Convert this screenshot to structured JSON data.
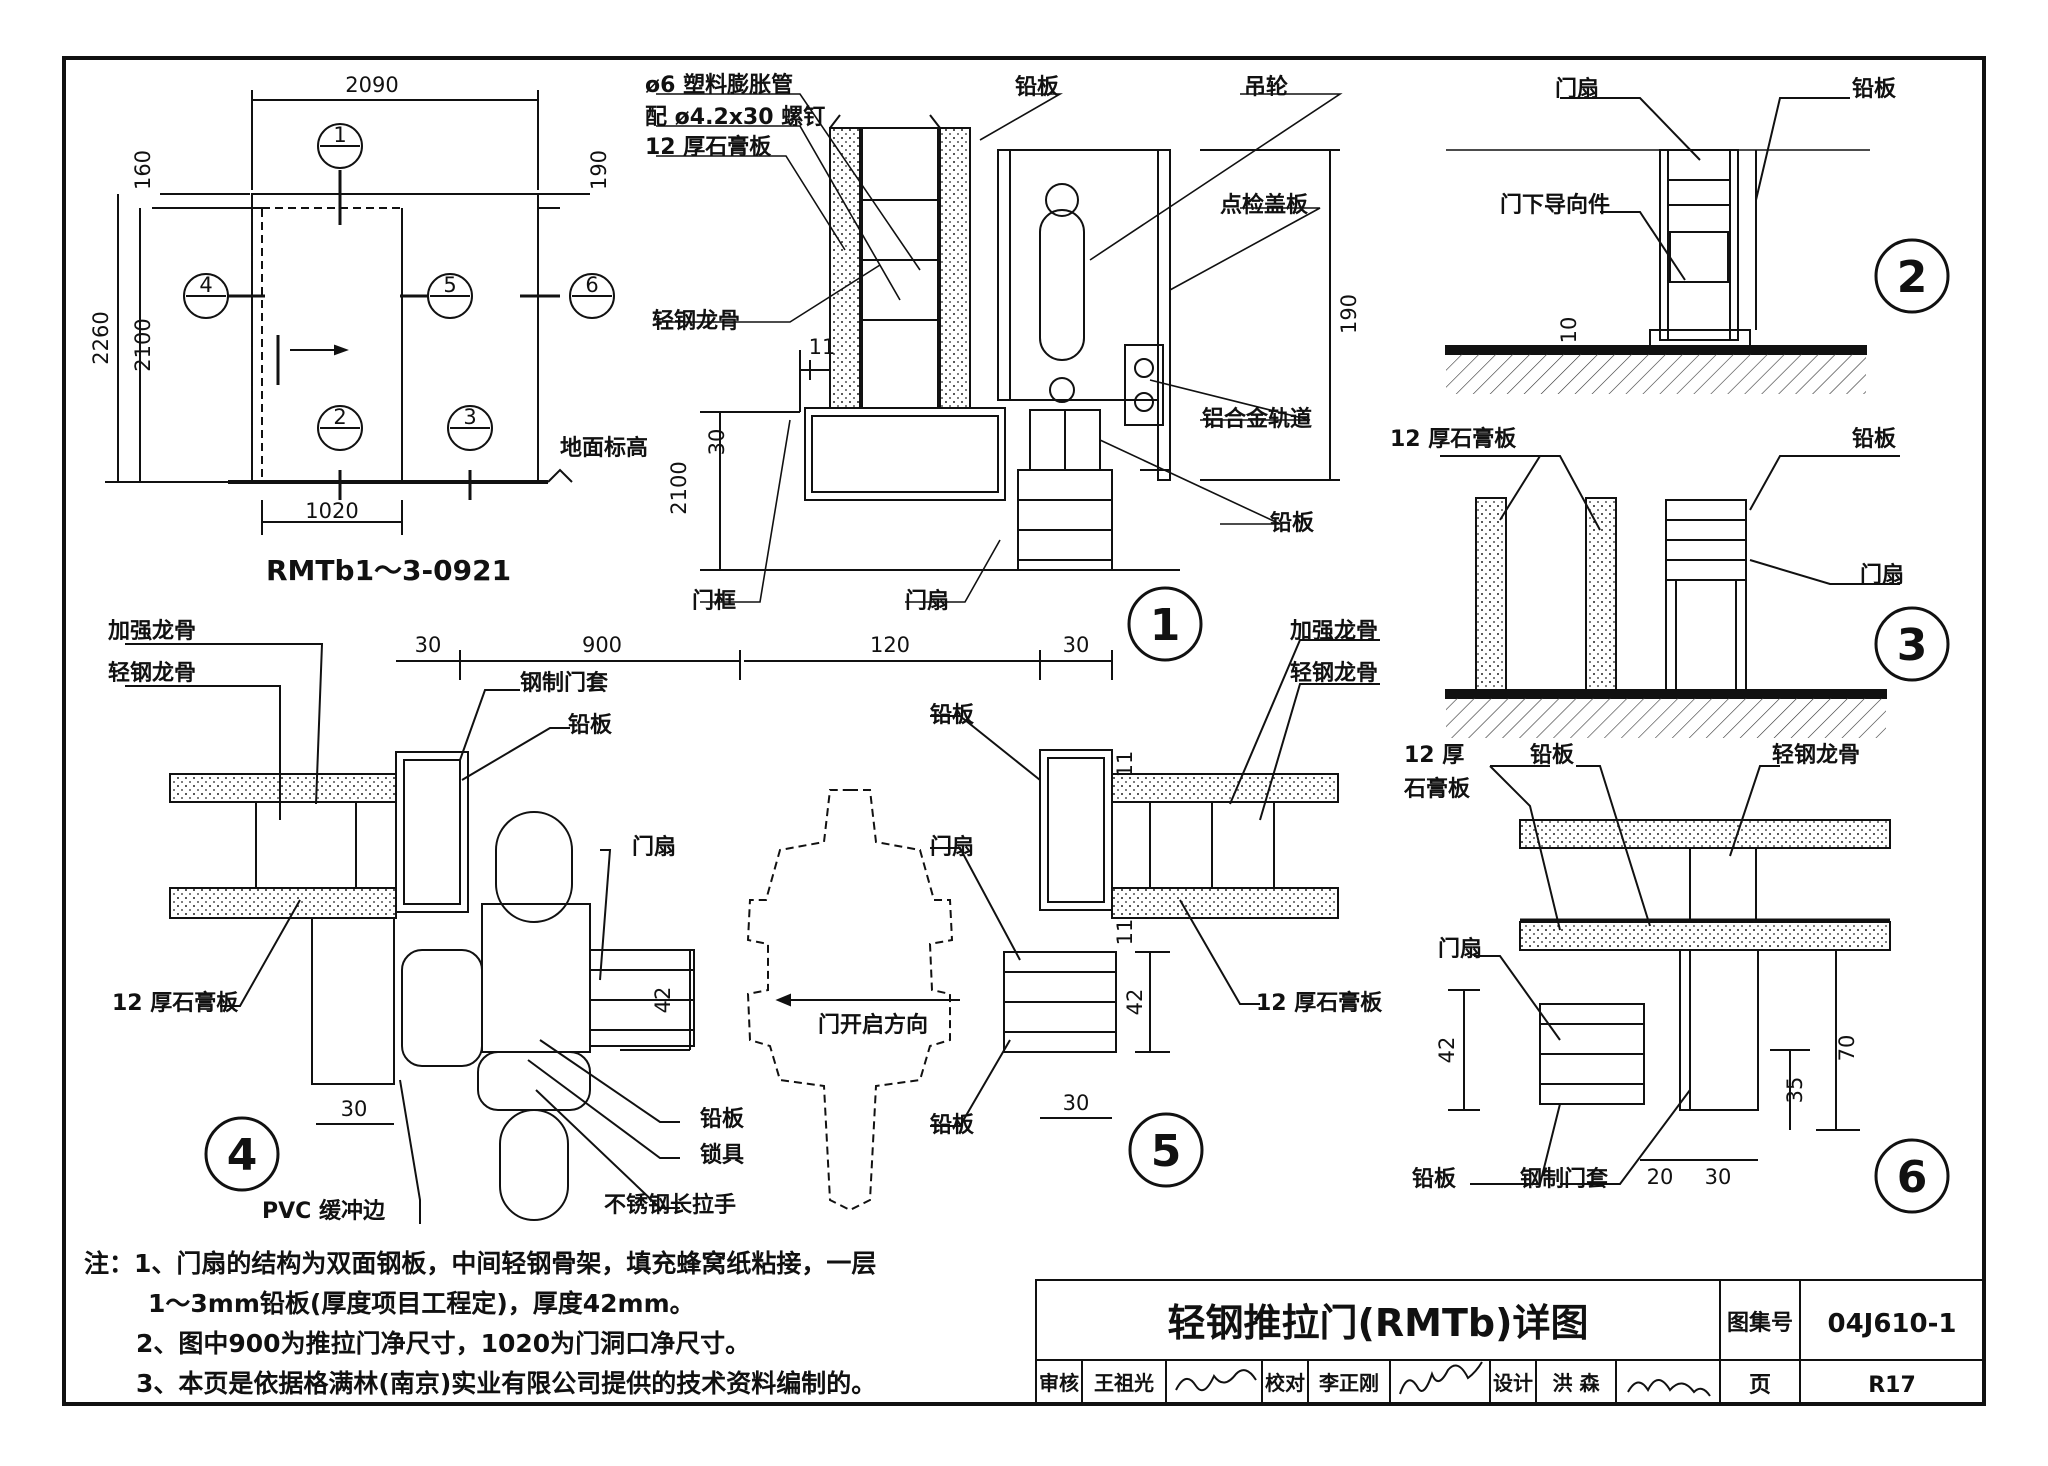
{
  "elevation": {
    "title": "RMTb1～3-0921",
    "dim_top": "2090",
    "dim_160": "160",
    "dim_190": "190",
    "dim_2260": "2260",
    "dim_2100": "2100",
    "dim_bottom": "1020",
    "floor_label": "地面标高",
    "markers": [
      "1",
      "2",
      "3",
      "4",
      "5",
      "6"
    ]
  },
  "section1": {
    "num": "1",
    "labels": {
      "pipe": "ø6 塑料膨胀管",
      "screw": "配 ø4.2x30 螺钉",
      "gypsum": "12 厚石膏板",
      "light_keel": "轻钢龙骨",
      "lead": "铅板",
      "pulley": "吊轮",
      "access": "点检盖板",
      "track": "铝合金轨道",
      "lead2": "铅板",
      "frame": "门框",
      "leaf": "门扇"
    },
    "dims": {
      "d11": "11",
      "d30": "30",
      "d2100": "2100",
      "d190": "190"
    }
  },
  "section2": {
    "num": "2",
    "labels": {
      "leaf": "门扇",
      "lead": "铅板",
      "guide": "门下导向件"
    },
    "dims": {
      "d10": "10"
    }
  },
  "section3": {
    "num": "3",
    "labels": {
      "gypsum": "12 厚石膏板",
      "lead": "铅板",
      "leaf": "门扇"
    }
  },
  "section4": {
    "num": "4",
    "labels": {
      "reinforce": "加强龙骨",
      "light_keel": "轻钢龙骨",
      "steel_case": "钢制门套",
      "lead": "铅板",
      "leaf": "门扇",
      "gypsum": "12 厚石膏板",
      "lead2": "铅板",
      "lock": "锁具",
      "handle": "不锈钢长拉手",
      "pvc": "PVC 缓冲边"
    },
    "dims": {
      "d30": "30",
      "d900": "900",
      "d42": "42",
      "d30b": "30"
    }
  },
  "section5": {
    "num": "5",
    "labels": {
      "lead": "铅板",
      "leaf": "门扇",
      "open_dir": "门开启方向",
      "lead2": "铅板",
      "reinforce": "加强龙骨",
      "light_keel": "轻钢龙骨",
      "gypsum": "12 厚石膏板"
    },
    "dims": {
      "d120": "120",
      "d30": "30",
      "d11a": "11",
      "d11b": "11",
      "d42": "42",
      "d30b": "30"
    }
  },
  "section6": {
    "num": "6",
    "labels": {
      "gypsum1": "12 厚",
      "gypsum2": "石膏板",
      "lead": "铅板",
      "light_keel": "轻钢龙骨",
      "leaf": "门扇",
      "lead2": "铅板",
      "steel_case": "钢制门套"
    },
    "dims": {
      "d42": "42",
      "d70": "70",
      "d35": "35",
      "d20": "20",
      "d30": "30"
    }
  },
  "notes": [
    "注：1、门扇的结构为双面钢板，中间轻钢骨架，填充蜂窝纸粘接，一层",
    "1～3mm铅板(厚度项目工程定)，厚度42mm。",
    "2、图中900为推拉门净尺寸，1020为门洞口净尺寸。",
    "3、本页是依据格满林(南京)实业有限公司提供的技术资料编制的。"
  ],
  "title_block": {
    "title": "轻钢推拉门(RMTb)详图",
    "atlas_label": "图集号",
    "atlas_no": "04J610-1",
    "review_label": "审核",
    "reviewer": "王祖光",
    "check_label": "校对",
    "checker": "李正刚",
    "design_label": "设计",
    "designer": "洪 森",
    "page_label": "页",
    "page_no": "R17"
  }
}
